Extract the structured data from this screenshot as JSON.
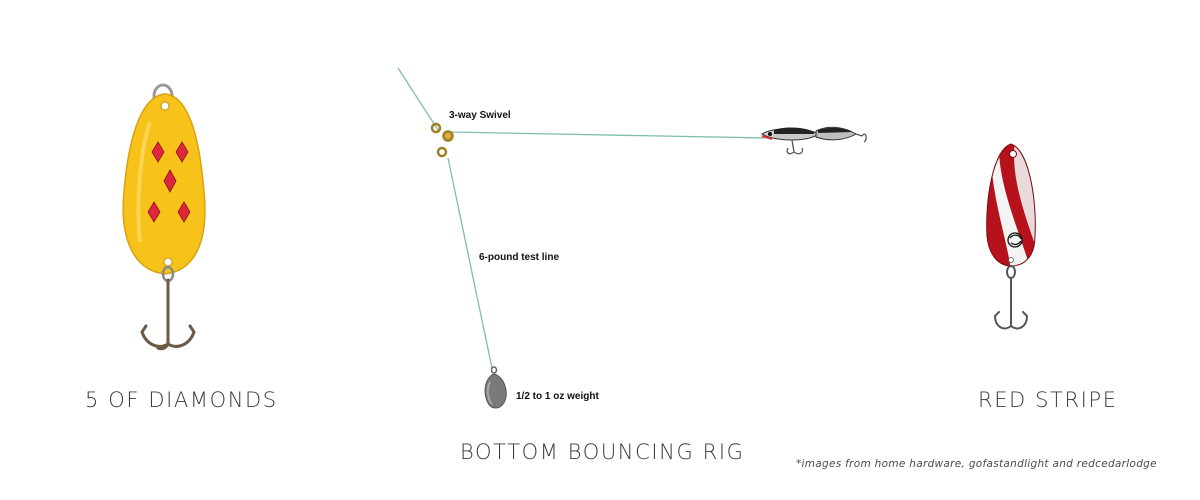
{
  "lures": {
    "left_caption": "5 OF DIAMONDS",
    "right_caption": "RED STRIPE"
  },
  "rig": {
    "caption": "BOTTOM BOUNCING RIG",
    "labels": {
      "swivel": "3-way Swivel",
      "line": "6-pound test line",
      "weight": "1/2 to 1 oz weight"
    }
  },
  "credit": "*images from home hardware, gofastandlight and redcedarlodge",
  "colors": {
    "yellow_spoon": "#f7c21a",
    "diamond_red": "#e0263c",
    "stripe_red": "#b5121b",
    "line_green": "#7fbfa8",
    "hook_bronze": "#6b5a46"
  }
}
